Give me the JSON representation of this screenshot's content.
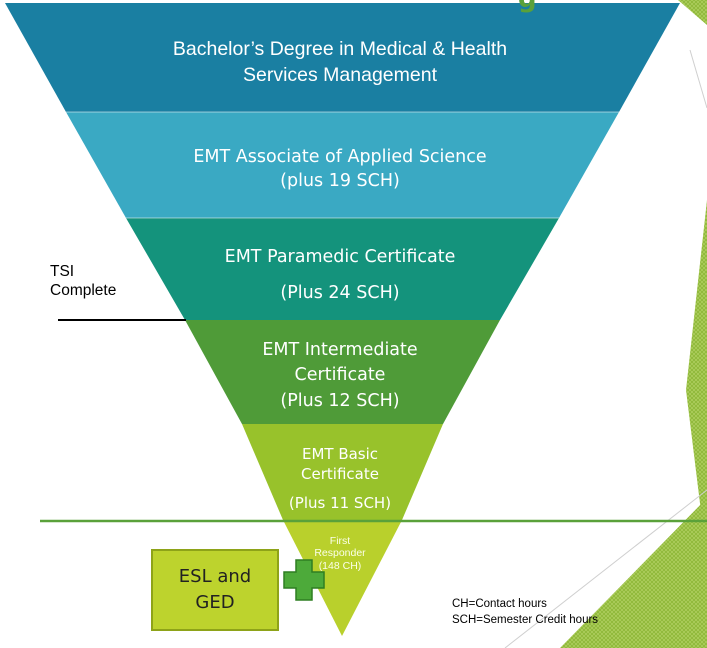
{
  "slide": {
    "title_fragment": "g",
    "accent_color": "#5aa13a"
  },
  "pyramid": {
    "tiers": [
      {
        "lines": [
          "Bachelor’s Degree in Medical & Health",
          "Services Management"
        ],
        "color": "#1a7fa2"
      },
      {
        "lines": [
          "EMT Associate of Applied Science",
          "(plus 19 SCH)"
        ],
        "color": "#3aa9c3"
      },
      {
        "lines": [
          "EMT Paramedic Certificate",
          "(Plus 24 SCH)"
        ],
        "color": "#14937c"
      },
      {
        "lines": [
          "EMT Intermediate",
          "Certificate",
          "(Plus 12 SCH)"
        ],
        "color": "#4f9b38"
      },
      {
        "lines": [
          "EMT Basic",
          "Certificate",
          "(Plus 11 SCH)"
        ],
        "color": "#98c22b"
      },
      {
        "lines": [
          "First",
          "Responder",
          "(148 CH)"
        ],
        "color": "#b9d02c"
      }
    ]
  },
  "side_label": {
    "line1": "TSI",
    "line2": "Complete"
  },
  "entry_box": {
    "line1": "ESL and",
    "line2": "GED"
  },
  "plus_icon": {
    "name": "plus-icon",
    "color": "#4daa3a"
  },
  "legend": {
    "line1": "CH=Contact hours",
    "line2": "SCH=Semester Credit hours"
  }
}
